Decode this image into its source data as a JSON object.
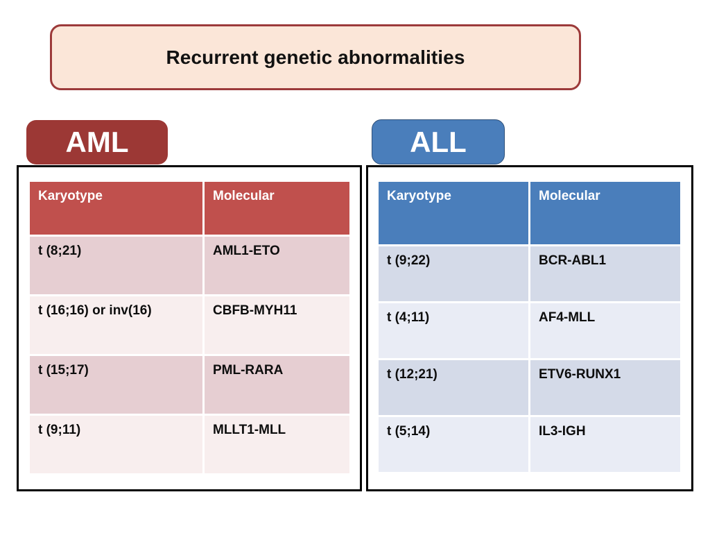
{
  "title": {
    "text": "Recurrent genetic abnormalities"
  },
  "colors": {
    "title_fill": "#fbe6d8",
    "title_border": "#9c3a3a",
    "aml_badge": "#9c3835",
    "aml_header": "#c0504d",
    "aml_row_odd": "#e6ced2",
    "aml_row_even": "#f8eeee",
    "all_badge": "#4a7ebb",
    "all_header": "#4a7ebb",
    "all_row_odd": "#d4dae8",
    "all_row_even": "#e9ecf5",
    "frame_border": "#000000"
  },
  "panels": [
    {
      "id": "aml",
      "badge_label": "AML",
      "columns": [
        "Karyotype",
        "Molecular"
      ],
      "rows": [
        {
          "karyotype": "t (8;21)",
          "molecular": "AML1-ETO"
        },
        {
          "karyotype": "t (16;16) or inv(16)",
          "molecular": "CBFB-MYH11"
        },
        {
          "karyotype": "t (15;17)",
          "molecular": "PML-RARA"
        },
        {
          "karyotype": "t (9;11)",
          "molecular": "MLLT1-MLL"
        }
      ]
    },
    {
      "id": "all",
      "badge_label": "ALL",
      "columns": [
        "Karyotype",
        "Molecular"
      ],
      "rows": [
        {
          "karyotype": "t (9;22)",
          "molecular": "BCR-ABL1"
        },
        {
          "karyotype": "t (4;11)",
          "molecular": "AF4-MLL"
        },
        {
          "karyotype": "t (12;21)",
          "molecular": "ETV6-RUNX1"
        },
        {
          "karyotype": "t (5;14)",
          "molecular": "IL3-IGH"
        }
      ]
    }
  ]
}
